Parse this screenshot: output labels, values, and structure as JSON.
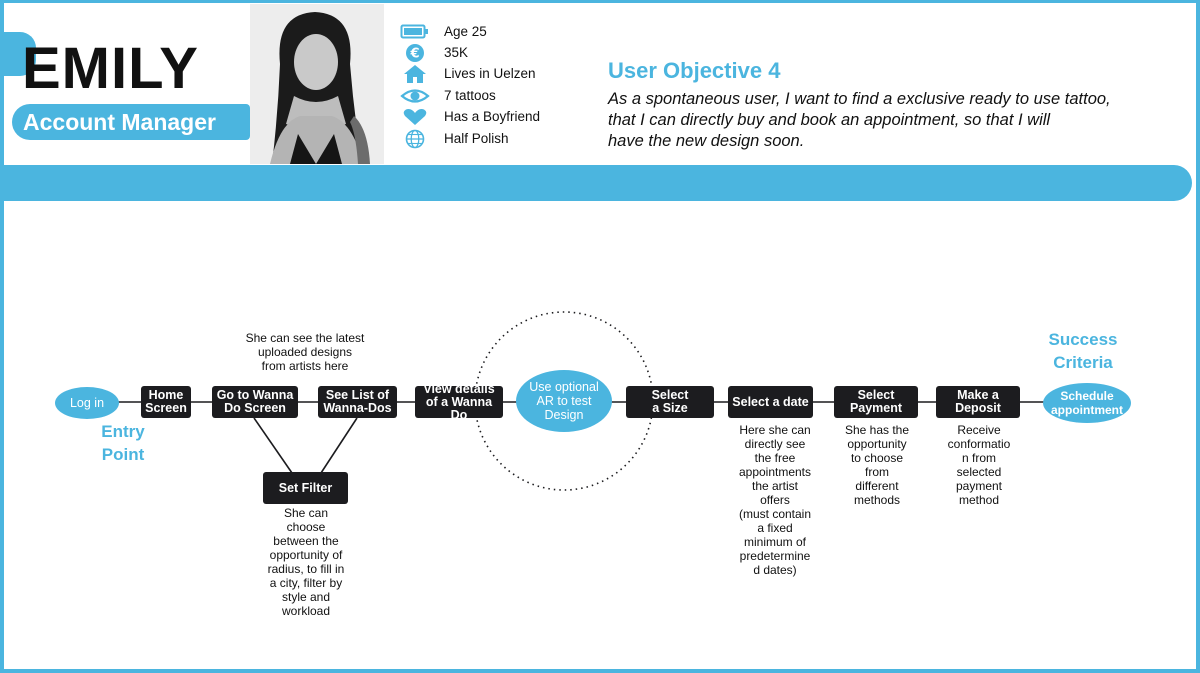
{
  "persona": {
    "name": "EMILY",
    "role": "Account Manager",
    "facts": [
      {
        "icon": "battery-icon",
        "label": "Age  25"
      },
      {
        "icon": "euro-icon",
        "label": "35K"
      },
      {
        "icon": "home-icon",
        "label": "Lives in Uelzen"
      },
      {
        "icon": "eye-icon",
        "label": "7 tattoos"
      },
      {
        "icon": "heart-icon",
        "label": "Has a Boyfriend"
      },
      {
        "icon": "globe-icon",
        "label": "Half Polish"
      }
    ]
  },
  "objective": {
    "title": "User Objective 4",
    "text": "As a spontaneous user, I want to find a exclusive ready to use tattoo,\nthat I can directly buy and book an appointment, so that I will\nhave the new design soon."
  },
  "flow": {
    "entry_point": "Entry\nPoint",
    "success_criteria": "Success\nCriteria",
    "log_in": "Log in",
    "home_screen": "Home\nScreen",
    "go_to_wanna_do": "Go to Wanna\nDo Screen",
    "see_list": "See List of\nWanna-Dos",
    "view_details": "View details\nof a Wanna Do",
    "use_ar": "Use optional\nAR to test\nDesign",
    "select_size": "Select\na Size",
    "select_date": "Select a date",
    "select_payment": "Select\nPayment",
    "make_deposit": "Make a\nDeposit",
    "schedule": "Schedule\nappointment",
    "set_filter": "Set Filter"
  },
  "notes": {
    "latest_designs": "She can see the latest\nuploaded designs\nfrom artists here",
    "filter": "She can\nchoose\nbetween the\nopportunity of\nradius, to fill in\na city, filter by\nstyle and\nworkload",
    "date": "Here she can\ndirectly see\nthe free\nappointments\nthe artist\noffers\n(must contain\na fixed\nminimum of\npredetermine\nd dates)",
    "payment": "She has the\nopportunity\nto choose\nfrom\ndifferent\nmethods",
    "deposit": "Receive\nconformatio\nn  from\nselected\npayment\nmethod"
  },
  "colors": {
    "accent": "#4bb5df",
    "node": "#1c1c1f",
    "text": "#111111"
  }
}
